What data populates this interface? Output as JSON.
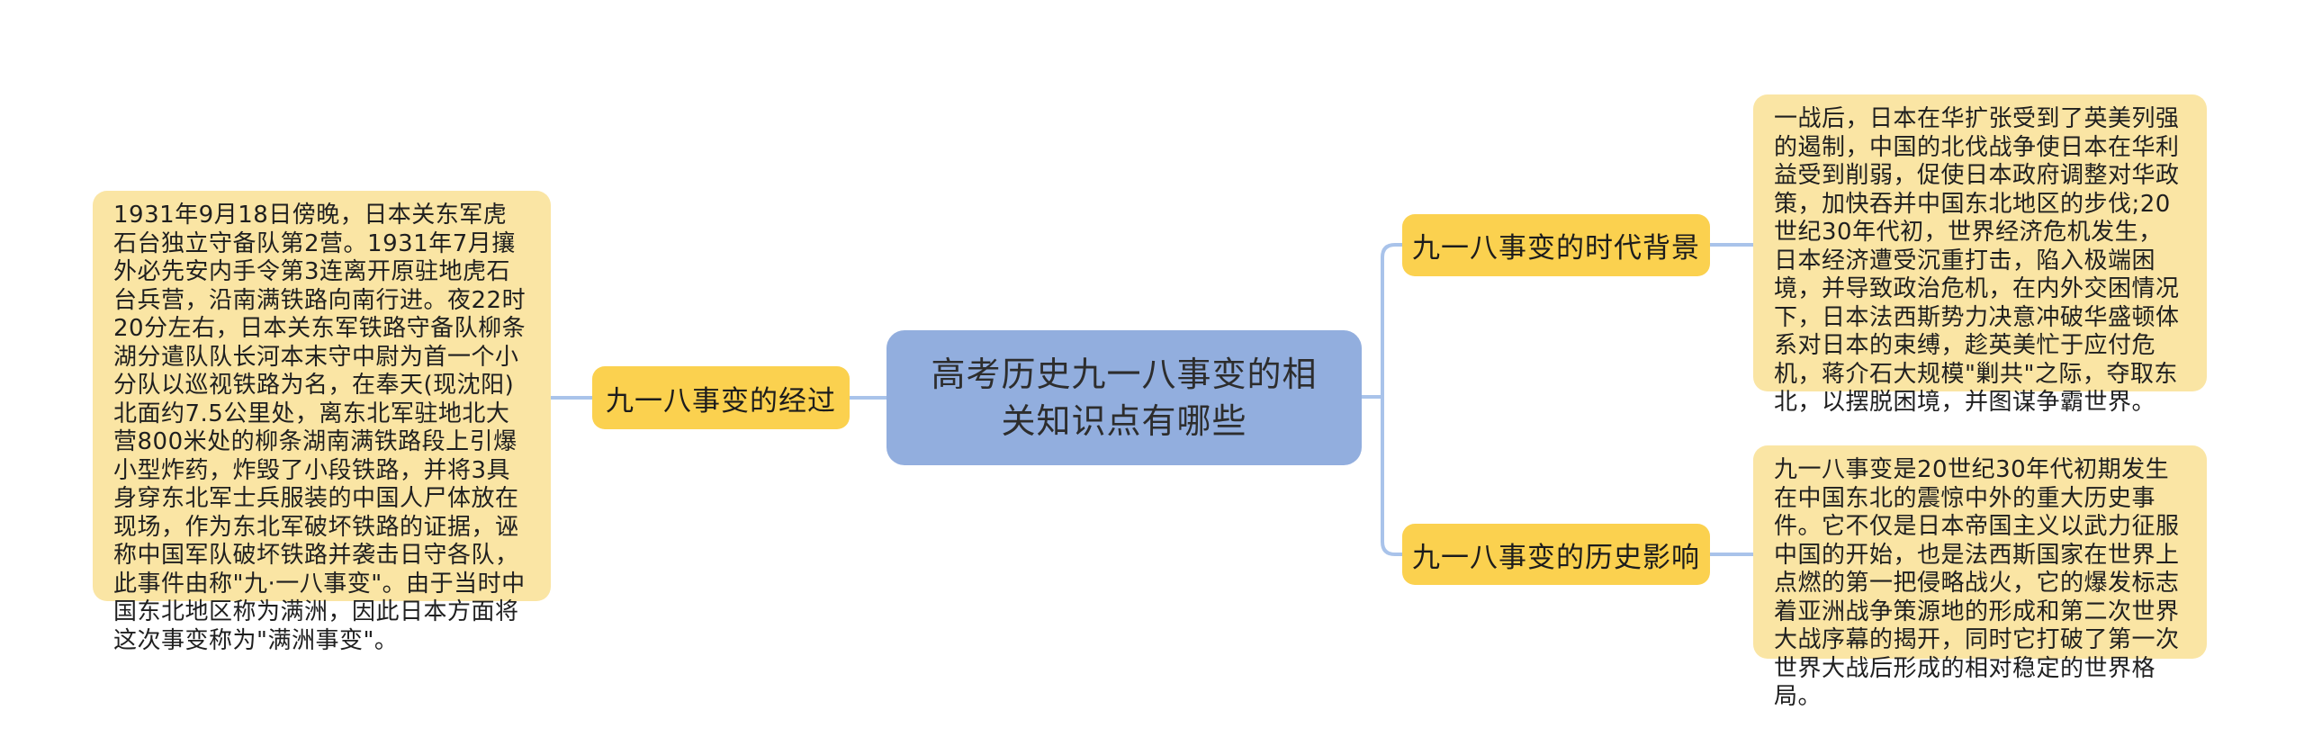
{
  "diagram": {
    "type": "mindmap",
    "background_color": "#FFFFFF",
    "colors": {
      "root_node_bg": "#92AEDE",
      "branch_label_bg": "#FBD14F",
      "detail_box_bg": "#FAE5A4",
      "connector_line": "#A9C3EA",
      "text": "#1F1F1F"
    },
    "root": {
      "title": "高考历史九一八事变的相关知识点有哪些"
    },
    "branches": {
      "left": {
        "label": "九一八事变的经过",
        "detail": "1931年9月18日傍晚，日本关东军虎石台独立守备队第2营。1931年7月攘外必先安内手令第3连离开原驻地虎石台兵营，沿南满铁路向南行进。夜22时20分左右，日本关东军铁路守备队柳条湖分遣队队长河本末守中尉为首一个小分队以巡视铁路为名，在奉天(现沈阳)北面约7.5公里处，离东北军驻地北大营800米处的柳条湖南满铁路段上引爆小型炸药，炸毁了小段铁路，并将3具身穿东北军士兵服装的中国人尸体放在现场，作为东北军破坏铁路的证据，诬称中国军队破坏铁路并袭击日守各队，此事件由称\"九·一八事变\"。由于当时中国东北地区称为满洲，因此日本方面将这次事变称为\"满洲事变\"。"
      },
      "right_top": {
        "label": "九一八事变的时代背景",
        "detail": "一战后，日本在华扩张受到了英美列强的遏制，中国的北伐战争使日本在华利益受到削弱，促使日本政府调整对华政策，加快吞并中国东北地区的步伐;20世纪30年代初，世界经济危机发生，日本经济遭受沉重打击，陷入极端困境，并导致政治危机，在内外交困情况下，日本法西斯势力决意冲破华盛顿体系对日本的束缚，趁英美忙于应付危机，蒋介石大规模\"剿共\"之际，夺取东北，以摆脱困境，并图谋争霸世界。"
      },
      "right_bottom": {
        "label": "九一八事变的历史影响",
        "detail": "九一八事变是20世纪30年代初期发生在中国东北的震惊中外的重大历史事件。它不仅是日本帝国主义以武力征服中国的开始，也是法西斯国家在世界上点燃的第一把侵略战火，它的爆发标志着亚洲战争策源地的形成和第二次世界大战序幕的揭开，同时它打破了第一次世界大战后形成的相对稳定的世界格局。"
      }
    }
  }
}
